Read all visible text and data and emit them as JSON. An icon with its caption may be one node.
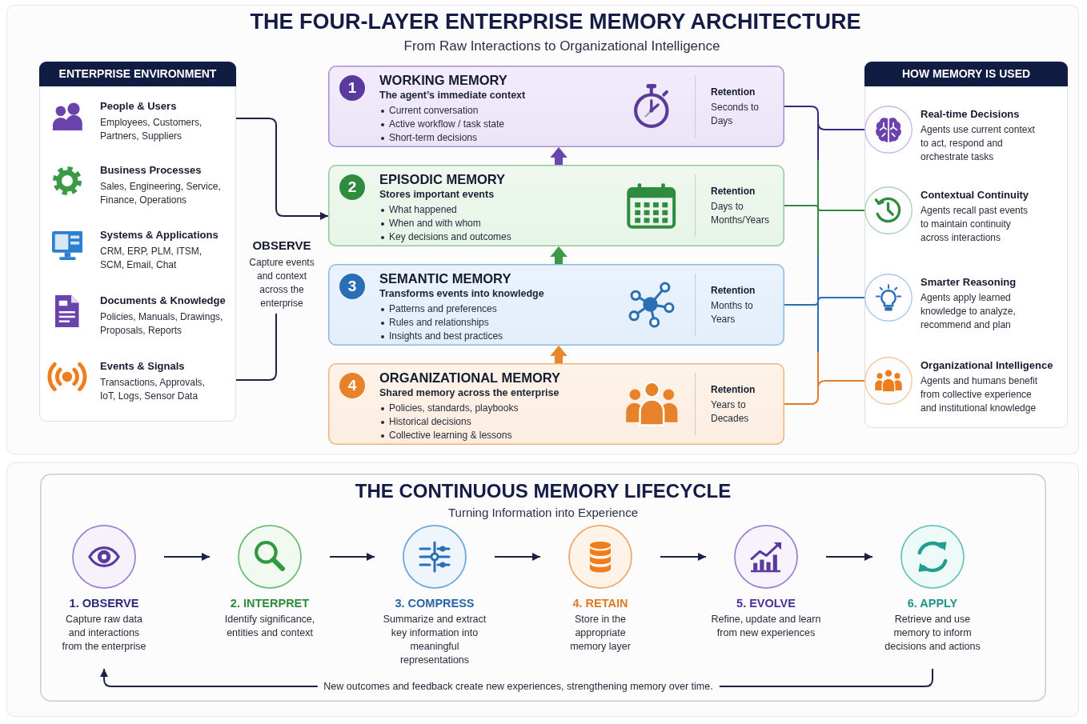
{
  "diagram": {
    "title": "THE FOUR-LAYER ENTERPRISE MEMORY ARCHITECTURE",
    "nodes": [
      {
        "text": [
          "ENTERPRISE ENVIRONMENT"
        ]
      },
      {
        "text": [
          "People & Users",
          "Employees, Customers, Partners, Suppliers"
        ],
        "in": 0
      },
      {
        "text": [
          "Business Processes",
          "Sales, Engineering, Service, Finance, Operations"
        ],
        "in": 0
      },
      {
        "text": [
          "Systems & Applications",
          "CRM, ERP, PLM, ITSM, SCM, Email, Chat"
        ],
        "in": 0
      },
      {
        "text": [
          "Documents & Knowledge",
          "Policies, Manuals, Drawings, Proposals, Reports"
        ],
        "in": 0
      },
      {
        "text": [
          "Events & Signals",
          "Transactions, Approvals, IoT, Logs, Sensor Data"
        ],
        "in": 0
      },
      {
        "text": [
          "OBSERVE",
          "Capture events and context across the enterprise"
        ]
      },
      {
        "text": [
          "WORKING MEMORY",
          "The agent’s immediate context",
          "Current conversation",
          "Active workflow / task state",
          "Short-term decisions",
          "Retention",
          "Seconds to Days"
        ]
      },
      {
        "text": [
          "1"
        ],
        "in": 7
      },
      {
        "text": [
          "EPISODIC MEMORY",
          "Stores important events",
          "What happened",
          "When and with whom",
          "Key decisions and outcomes",
          "Retention",
          "Days to Months/Years"
        ]
      },
      {
        "text": [
          "2"
        ],
        "in": 9
      },
      {
        "text": [
          "SEMANTIC MEMORY",
          "Transforms events into knowledge",
          "Patterns and preferences",
          "Rules and relationships",
          "Insights and best practices",
          "Retention",
          "Months to Years"
        ]
      },
      {
        "text": [
          "3"
        ],
        "in": 11
      },
      {
        "text": [
          "ORGANIZATIONAL MEMORY",
          "Shared memory across the enterprise",
          "Policies, standards, playbooks",
          "Historical decisions",
          "Collective learning & lessons",
          "Retention",
          "Years to Decades"
        ]
      },
      {
        "text": [
          "4"
        ],
        "in": 13
      },
      {
        "text": [
          "HOW MEMORY IS USED"
        ]
      },
      {
        "text": [
          "Real-time Decisions",
          "Agents use current context to act, respond and orchestrate tasks"
        ],
        "in": 15
      },
      {
        "text": [
          "Contextual Continuity",
          "Agents recall past events to maintain continuity across interactions"
        ],
        "in": 15
      },
      {
        "text": [
          "Smarter Reasoning",
          "Agents apply learned knowledge to analyze, recommend and plan"
        ],
        "in": 15
      },
      {
        "text": [
          "Organizational Intelligence",
          "Agents and humans benefit from collective experience and institutional knowledge"
        ],
        "in": 15
      },
      {
        "text": [
          "THE CONTINUOUS MEMORY LIFECYCLE",
          "Turning Information into Experience"
        ]
      },
      {
        "text": [
          "1. OBSERVE",
          "Capture raw data and interactions from the enterprise"
        ],
        "in": 20
      },
      {
        "text": [
          "2. INTERPRET",
          "Identify significance, entities and context"
        ],
        "in": 20
      },
      {
        "text": [
          "3. COMPRESS",
          "Summarize and extract key information into meaningful representations"
        ],
        "in": 20
      },
      {
        "text": [
          "4. RETAIN",
          "Store in the appropriate memory layer"
        ],
        "in": 20
      },
      {
        "text": [
          "5. EVOLVE",
          "Refine, update and learn from new experiences"
        ],
        "in": 20
      },
      {
        "text": [
          "6. APPLY",
          "Retrieve and use memory to inform decisions and actions"
        ],
        "in": 20
      }
    ],
    "edges": [
      {
        "from": 0,
        "to": 9,
        "arrow": "to"
      },
      {
        "from": 0,
        "to": 6,
        "arrow": "none"
      },
      {
        "from": 9,
        "to": 7,
        "arrow": "to",
        "style": "thick",
        "color": "#6a46b0"
      },
      {
        "from": 11,
        "to": 9,
        "arrow": "to",
        "style": "thick",
        "color": "#3a9a48"
      },
      {
        "from": 13,
        "to": 11,
        "arrow": "to",
        "style": "thick",
        "color": "#e8862a"
      },
      {
        "from": 7,
        "to": 16,
        "arrow": "none",
        "color": "#35287f"
      },
      {
        "from": 9,
        "to": 17,
        "arrow": "none",
        "color": "#2f8c3f"
      },
      {
        "from": 11,
        "to": 18,
        "arrow": "none",
        "color": "#2a6fb5"
      },
      {
        "from": 13,
        "to": 19,
        "arrow": "none",
        "color": "#e07b26"
      },
      {
        "from": 21,
        "to": 22,
        "arrow": "to"
      },
      {
        "from": 22,
        "to": 23,
        "arrow": "to"
      },
      {
        "from": 23,
        "to": 24,
        "arrow": "to"
      },
      {
        "from": 24,
        "to": 25,
        "arrow": "to"
      },
      {
        "from": 25,
        "to": 26,
        "arrow": "to"
      },
      {
        "from": 26,
        "to": 21,
        "arrow": "to",
        "label": "New outcomes and feedback create new experiences, strengthening memory over time."
      }
    ],
    "labels": [
      "From Raw Interactions to Organizational Intelligence"
    ]
  }
}
